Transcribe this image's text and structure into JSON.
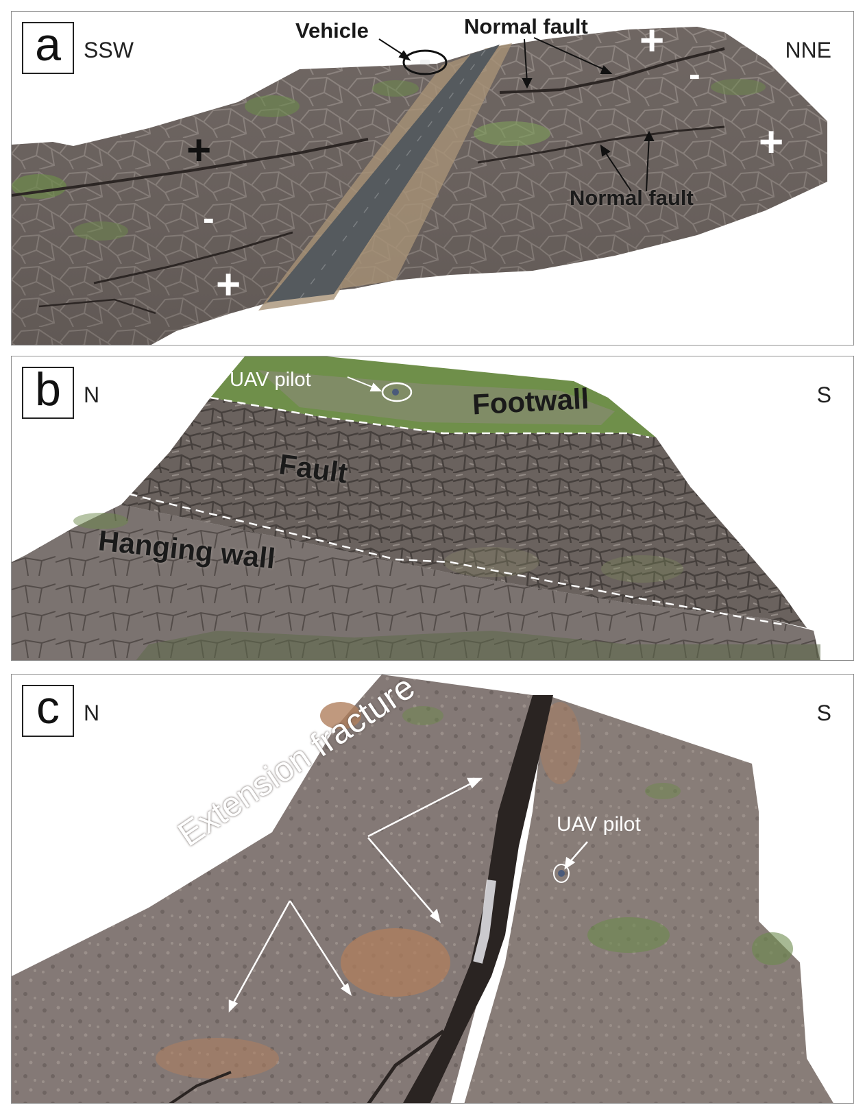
{
  "panels": {
    "a": {
      "letter": "a",
      "left_direction": "SSW",
      "right_direction": "NNE",
      "vehicle_label": "Vehicle",
      "fault_label_top": "Normal fault",
      "fault_label_bottom": "Normal fault",
      "plus": "+",
      "minus": "-"
    },
    "b": {
      "letter": "b",
      "left_direction": "N",
      "right_direction": "S",
      "pilot_label": "UAV pilot",
      "footwall_label": "Footwall",
      "fault_label": "Fault",
      "hanging_wall_label": "Hanging wall"
    },
    "c": {
      "letter": "c",
      "left_direction": "N",
      "right_direction": "S",
      "fracture_label": "Extension fracture",
      "pilot_label": "UAV pilot"
    }
  },
  "colors": {
    "rock": "#6f6763",
    "rock_dark": "#4f4845",
    "vegetation": "#6d8a4c",
    "road": "#555a5e",
    "soil": "#b07f5e"
  }
}
